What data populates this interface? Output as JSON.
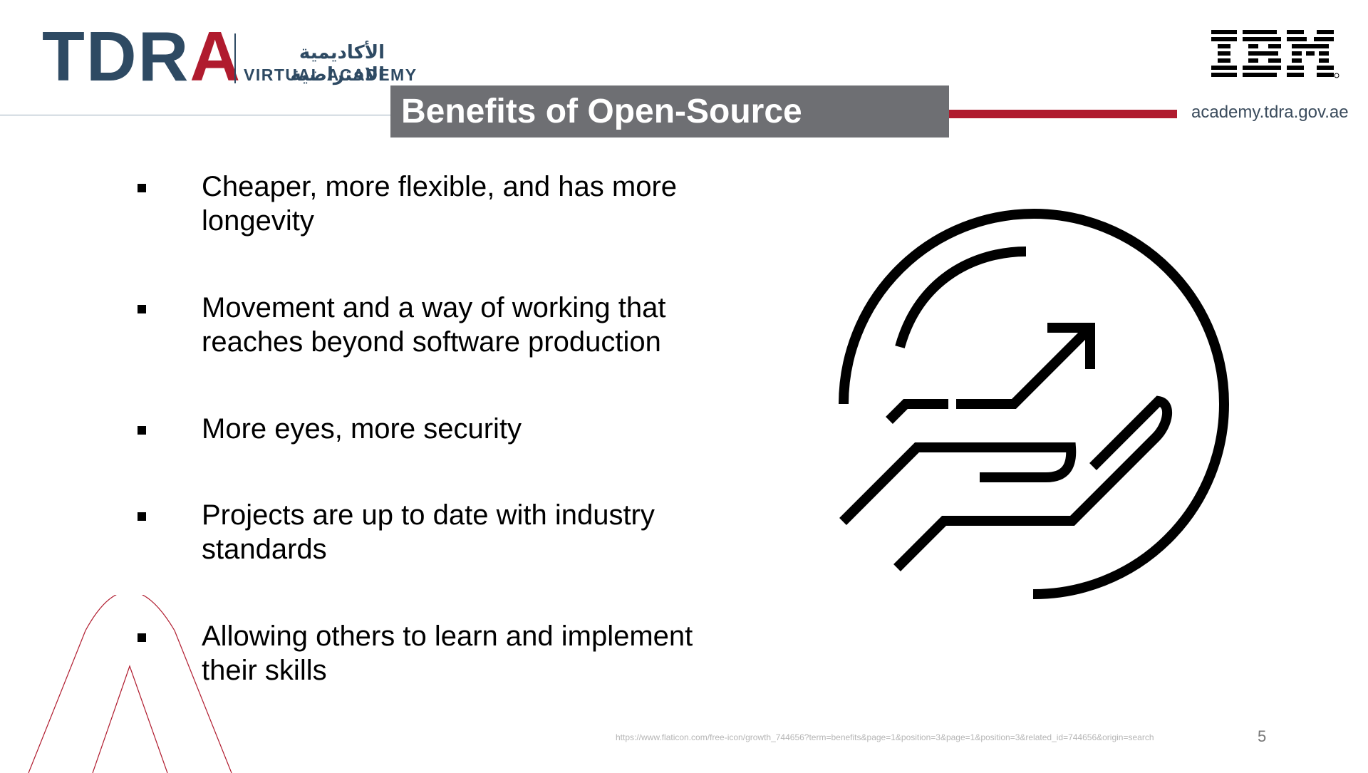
{
  "header": {
    "logo_text_main": "TDR",
    "logo_text_accent": "A",
    "logo_arabic": "الأكاديمية الافتراضية",
    "logo_english": "VIRTUAL ACADEMY",
    "partner_logo": "IBM",
    "site_url": "academy.tdra.gov.ae"
  },
  "slide": {
    "title": "Benefits of Open-Source",
    "bullets": [
      "Cheaper, more flexible, and has more longevity",
      "Movement and a way of working that reaches beyond software production",
      "More eyes, more security",
      "Projects are up to date with industry standards",
      "Allowing others to learn and implement their skills"
    ],
    "illustration_icon": "growth-hands-arrow-icon"
  },
  "footer": {
    "source_url": "https://www.flaticon.com/free-icon/growth_744656?term=benefits&page=1&position=3&page=1&position=3&related_id=744656&origin=search",
    "page_number": "5"
  },
  "colors": {
    "brand_navy": "#2e4a63",
    "brand_red": "#b01b2e",
    "title_band_gray": "#6e6f73"
  }
}
